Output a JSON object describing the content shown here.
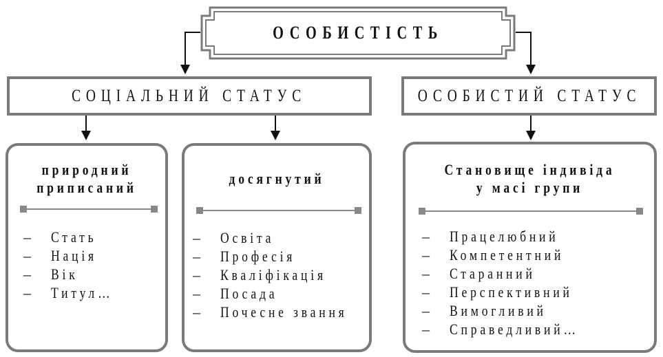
{
  "title": "ОСОБИСТІСТЬ",
  "social_status": "СОЦІАЛЬНИЙ СТАТУС",
  "personal_status": "ОСОБИСТИЙ СТАТУС",
  "panels": {
    "natural": {
      "title_line1": "природний",
      "title_line2": "приписаний",
      "dash": "–",
      "items": [
        "Стать",
        "Нація",
        "Вік",
        "Титул…"
      ]
    },
    "achieved": {
      "title_line1": "досягнутий",
      "dash": "–",
      "items": [
        "Освіта",
        "Професія",
        "Кваліфікація",
        "Посада",
        "Почесне звання"
      ]
    },
    "position": {
      "title_line1": "Становище індивіда",
      "title_line2": "у масі групи",
      "dash": "–",
      "items": [
        "Працелюбний",
        "Компетентний",
        "Старанний",
        "Перспективний",
        "Вимогливий",
        "Справедливий…"
      ]
    }
  }
}
